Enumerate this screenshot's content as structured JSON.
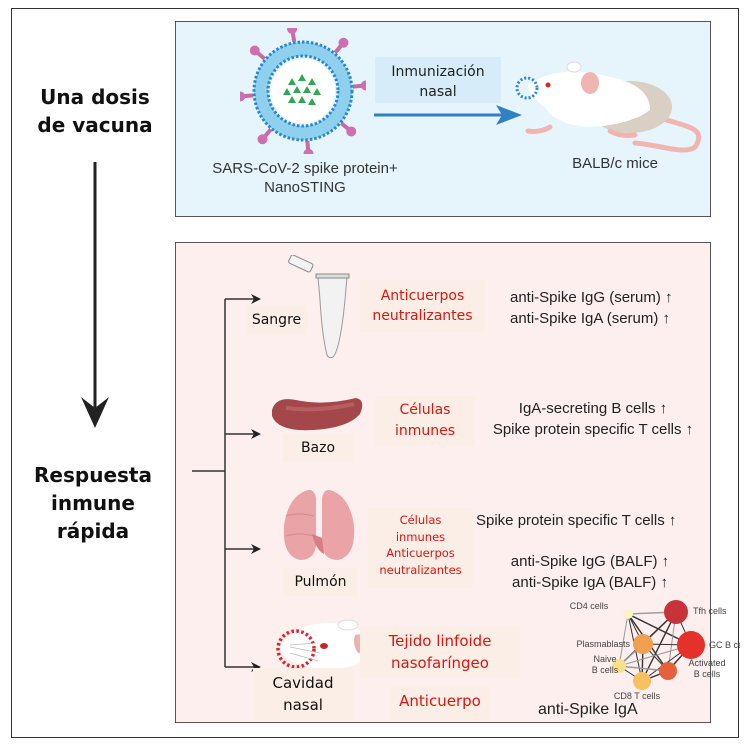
{
  "left_panel": {
    "top_title_line1": "Una dosis",
    "top_title_line2": "de vacuna",
    "bottom_title_line1": "Respuesta",
    "bottom_title_line2": "inmune",
    "bottom_title_line3": "rápida"
  },
  "top_box": {
    "vaccine_caption_line1": "SARS-CoV-2 spike protein+",
    "vaccine_caption_line2": "NanoSTING",
    "route_line1": "Inmunización",
    "route_line2": "nasal",
    "mouse_caption": "BALB/c mice"
  },
  "branches": [
    {
      "organ": "Sangre",
      "category_lines": [
        "Anticuerpos",
        "neutralizantes"
      ],
      "results": [
        "anti-Spike IgG (serum) ↑",
        "anti-Spike IgA (serum) ↑"
      ]
    },
    {
      "organ": "Bazo",
      "category_lines": [
        "Células",
        "inmunes"
      ],
      "results": [
        "IgA-secreting B cells ↑",
        "Spike protein specific T cells ↑"
      ]
    },
    {
      "organ": "Pulmón",
      "category_lines": [
        "Células",
        "inmunes",
        "Anticuerpos",
        "neutralizantes"
      ],
      "results": [
        "Spike protein specific T cells ↑",
        "anti-Spike IgG (BALF) ↑",
        "anti-Spike IgA (BALF) ↑"
      ]
    },
    {
      "organ_line1": "Cavidad",
      "organ_line2": "nasal",
      "category_lines": [
        "Tejido linfoide",
        "nasofaríngeo"
      ],
      "category2": "Anticuerpo",
      "results": [
        "anti-Spike IgA"
      ]
    }
  ],
  "network": {
    "nodes": [
      {
        "id": "naive_cd4",
        "label_line1": "Naive",
        "label_line2": "CD4 cells",
        "color": "#fdf3c4"
      },
      {
        "id": "tfh",
        "label_line1": "Tfh cells",
        "label_line2": "",
        "color": "#c8323a"
      },
      {
        "id": "plasmablasts",
        "label_line1": "Plasmablasts",
        "label_line2": "",
        "color": "#f0a050"
      },
      {
        "id": "gc_b",
        "label_line1": "GC B cells",
        "label_line2": "",
        "color": "#e6302a"
      },
      {
        "id": "naive_b",
        "label_line1": "Naive",
        "label_line2": "B cells",
        "color": "#fbe08c"
      },
      {
        "id": "activated_b",
        "label_line1": "Activated",
        "label_line2": "B cells",
        "color": "#e8603a"
      },
      {
        "id": "cd8_t",
        "label_line1": "CD8 T cells",
        "label_line2": "",
        "color": "#f7c060"
      }
    ]
  },
  "colors": {
    "top_box_bg": "#e6f5fc",
    "bottom_box_bg": "#fcefee",
    "category_red": "#d21a14",
    "arrow_blue": "#2f80c4"
  }
}
